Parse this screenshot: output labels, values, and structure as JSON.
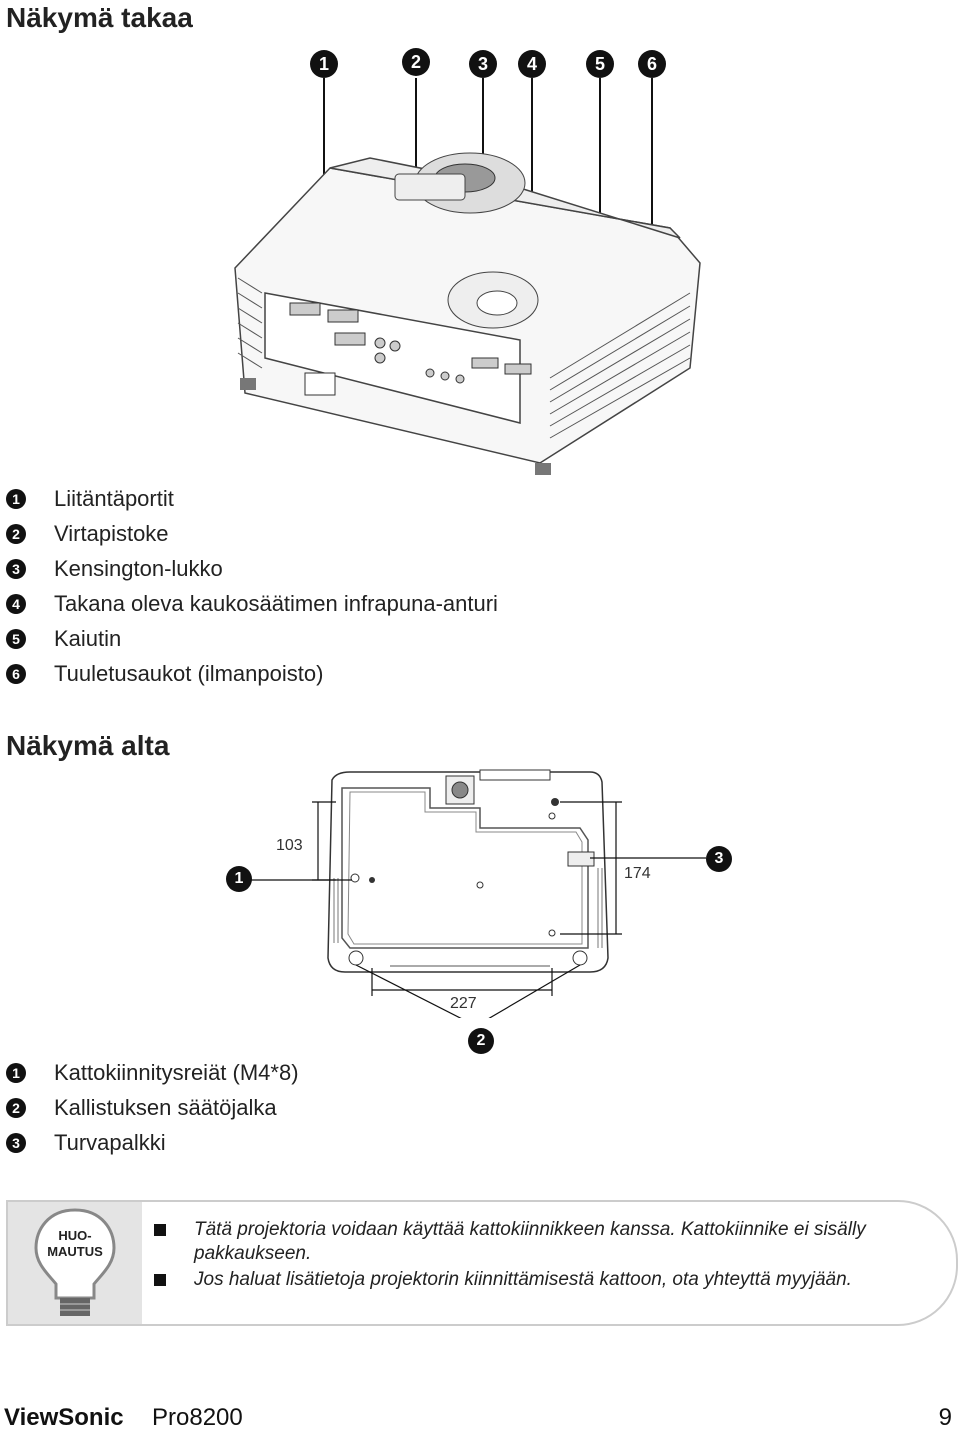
{
  "rear_view": {
    "title": "Näkymä takaa",
    "callouts": [
      "1",
      "2",
      "3",
      "4",
      "5",
      "6"
    ],
    "legend": [
      {
        "num": "1",
        "label": "Liitäntäportit"
      },
      {
        "num": "2",
        "label": "Virtapistoke"
      },
      {
        "num": "3",
        "label": "Kensington-lukko"
      },
      {
        "num": "4",
        "label": "Takana oleva kaukosäätimen infrapuna-anturi"
      },
      {
        "num": "5",
        "label": "Kaiutin"
      },
      {
        "num": "6",
        "label": "Tuuletusaukot (ilmanpoisto)"
      }
    ]
  },
  "bottom_view": {
    "title": "Näkymä alta",
    "callouts": [
      "1",
      "2",
      "3"
    ],
    "dimensions": {
      "d1": "103",
      "d2": "174",
      "d3": "227"
    },
    "legend": [
      {
        "num": "1",
        "label": "Kattokiinnitysreiät (M4*8)"
      },
      {
        "num": "2",
        "label": "Kallistuksen säätöjalka"
      },
      {
        "num": "3",
        "label": "Turvapalkki"
      }
    ]
  },
  "note": {
    "icon_label_line1": "HUO-",
    "icon_label_line2": "MAUTUS",
    "icon": "lightbulb-icon",
    "items": [
      "Tätä projektoria voidaan käyttää kattokiinnikkeen kanssa. Kattokiinnike ei sisälly pakkaukseen.",
      "Jos haluat lisätietoja projektorin kiinnittämisestä kattoon, ota yhteyttä myyjään."
    ]
  },
  "footer": {
    "brand": "ViewSonic",
    "model": "Pro8200",
    "page": "9"
  }
}
